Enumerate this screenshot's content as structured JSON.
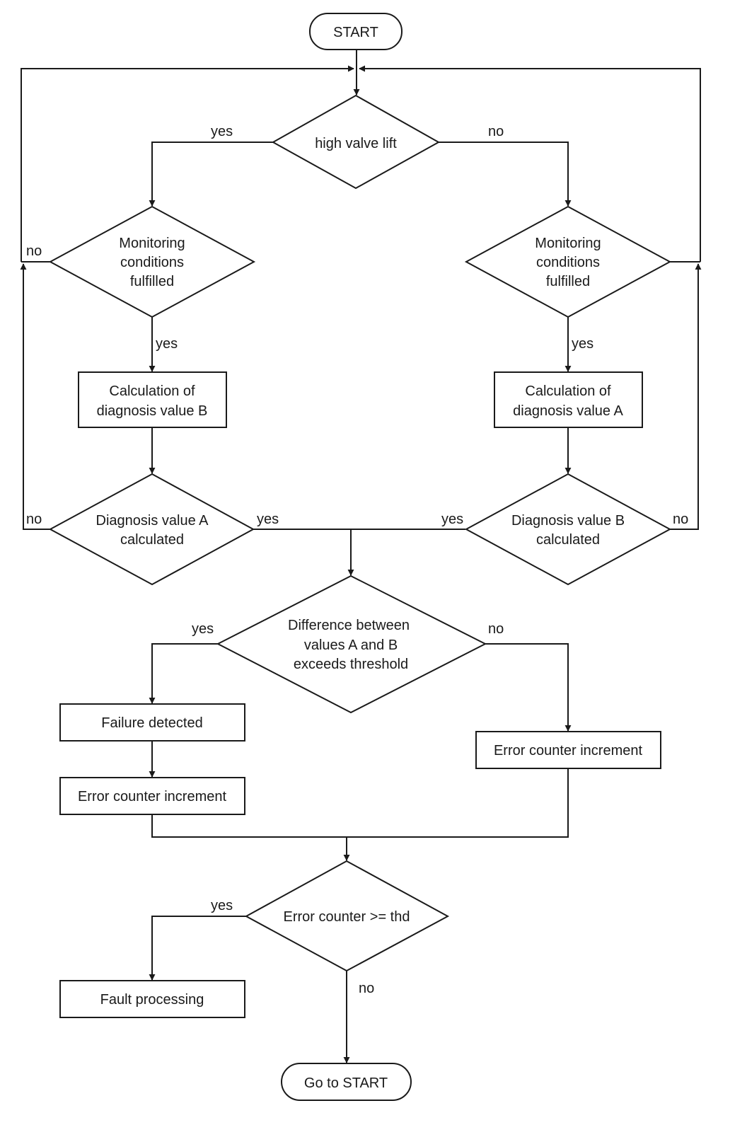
{
  "nodes": {
    "start": "START",
    "high_valve_lift": "high valve lift",
    "monitoring_left": [
      "Monitoring",
      "conditions",
      "fulfilled"
    ],
    "monitoring_right": [
      "Monitoring",
      "conditions",
      "fulfilled"
    ],
    "calc_b": [
      "Calculation of",
      "diagnosis value B"
    ],
    "calc_a": [
      "Calculation of",
      "diagnosis value A"
    ],
    "diag_a_calculated": [
      "Diagnosis value A",
      "calculated"
    ],
    "diag_b_calculated": [
      "Diagnosis value B",
      "calculated"
    ],
    "difference": [
      "Difference between",
      "values A and B",
      "exceeds threshold"
    ],
    "failure_detected": "Failure detected",
    "error_counter_left": "Error counter increment",
    "error_counter_right": "Error counter increment",
    "error_counter_check": "Error counter >= thd",
    "fault_processing": "Fault processing",
    "goto_start": "Go to START"
  },
  "labels": {
    "hvl_yes": "yes",
    "hvl_no": "no",
    "mon_left_no": "no",
    "mon_left_yes": "yes",
    "mon_right_yes": "yes",
    "diag_a_no": "no",
    "diag_a_yes": "yes",
    "diag_b_yes": "yes",
    "diag_b_no": "no",
    "diff_yes": "yes",
    "diff_no": "no",
    "ec_yes": "yes",
    "ec_no": "no"
  }
}
